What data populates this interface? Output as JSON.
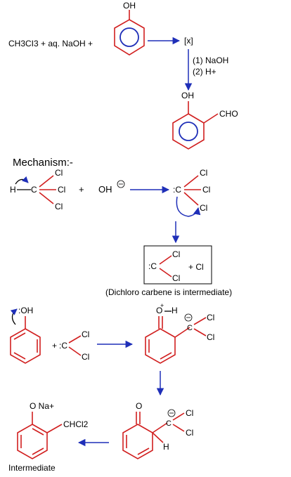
{
  "reaction": {
    "reagent_left": "CH3CI3 + aq. NaOH +",
    "oh_top": "OH",
    "product_x": "[x]",
    "step1": "(1) NaOH",
    "step2": "(2) H+",
    "oh_product": "OH",
    "cho": "CHO"
  },
  "mechanism": {
    "heading": "Mechanism:-",
    "h_label": "H",
    "c_label": "C",
    "cl_top": "Cl",
    "cl_right": "Cl",
    "cl_bottom": "Cl",
    "plus": "+",
    "hydroxide": "OH",
    "carbanion_c": ":C",
    "carbanion_cl_top": "Cl",
    "carbanion_cl_mid": "Cl",
    "carbanion_cl_bot": "Cl",
    "carbene_c": ":C",
    "carbene_cl_top": "Cl",
    "carbene_cl_bot": "Cl",
    "chloride": "+ Cl",
    "note": "(Dichloro carbene is intermediate)"
  },
  "attack": {
    "phenol_oh": ":OH",
    "plus": "+",
    "carbene_c": ":C",
    "cl_top": "Cl",
    "cl_bot": "Cl",
    "oxonium": "O",
    "oxonium_h": "H",
    "adduct_c": "C",
    "adduct_cl_top": "Cl",
    "adduct_cl_bot": "Cl"
  },
  "final": {
    "phenoxide": "O Na+",
    "chcl2": "CHCl2",
    "ketone_o": "O",
    "ring_h": "H",
    "cl_top": "Cl",
    "cl_bot": "Cl",
    "c_label": "C",
    "intermediate": "Intermediate"
  },
  "colors": {
    "bond": "#d11f1f",
    "arrow": "#1f2fb8",
    "text": "#000000"
  }
}
